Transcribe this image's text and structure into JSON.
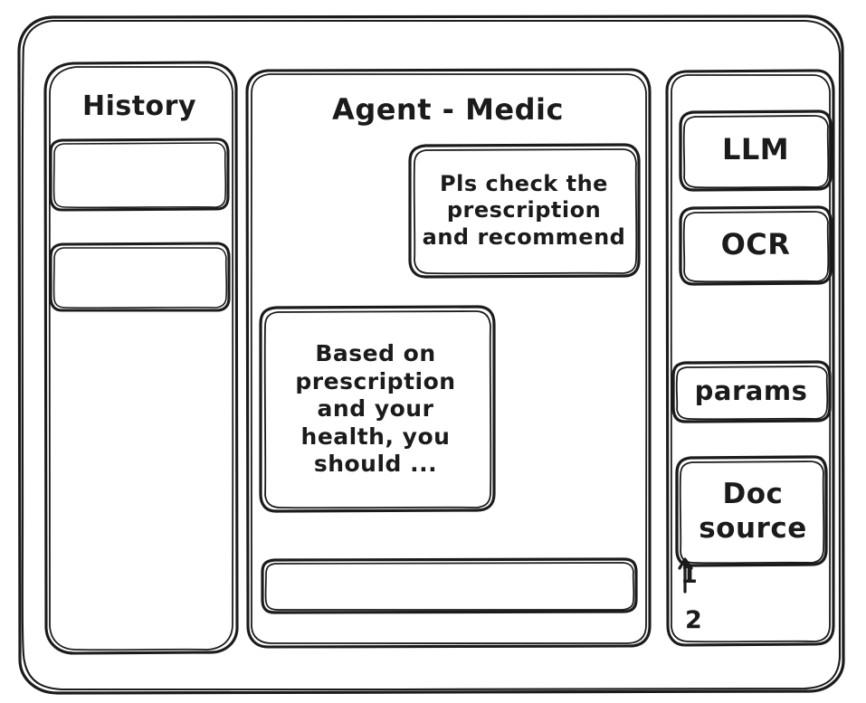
{
  "window": {
    "style": "hand-drawn-wireframe",
    "ink_color": "#1b1b1b",
    "paper_color": "#ffffff"
  },
  "sidebar_left": {
    "title": "History",
    "items": [
      {
        "label": "",
        "name": "history-item"
      },
      {
        "label": "",
        "name": "history-item"
      }
    ]
  },
  "main": {
    "title": "Agent - Medic",
    "messages": [
      {
        "role": "user",
        "text": "Pls check the\nprescription\nand recommend"
      },
      {
        "role": "assistant",
        "text": "Based on\nprescription\nand your\nhealth, you\nshould ..."
      }
    ],
    "input": {
      "value": "",
      "placeholder": ""
    }
  },
  "sidebar_right": {
    "buttons": [
      {
        "label": "LLM"
      },
      {
        "label": "OCR"
      },
      {
        "label": "params"
      }
    ],
    "doc_source": {
      "title": "Doc\nsource",
      "items": [
        "1",
        "2"
      ]
    }
  }
}
